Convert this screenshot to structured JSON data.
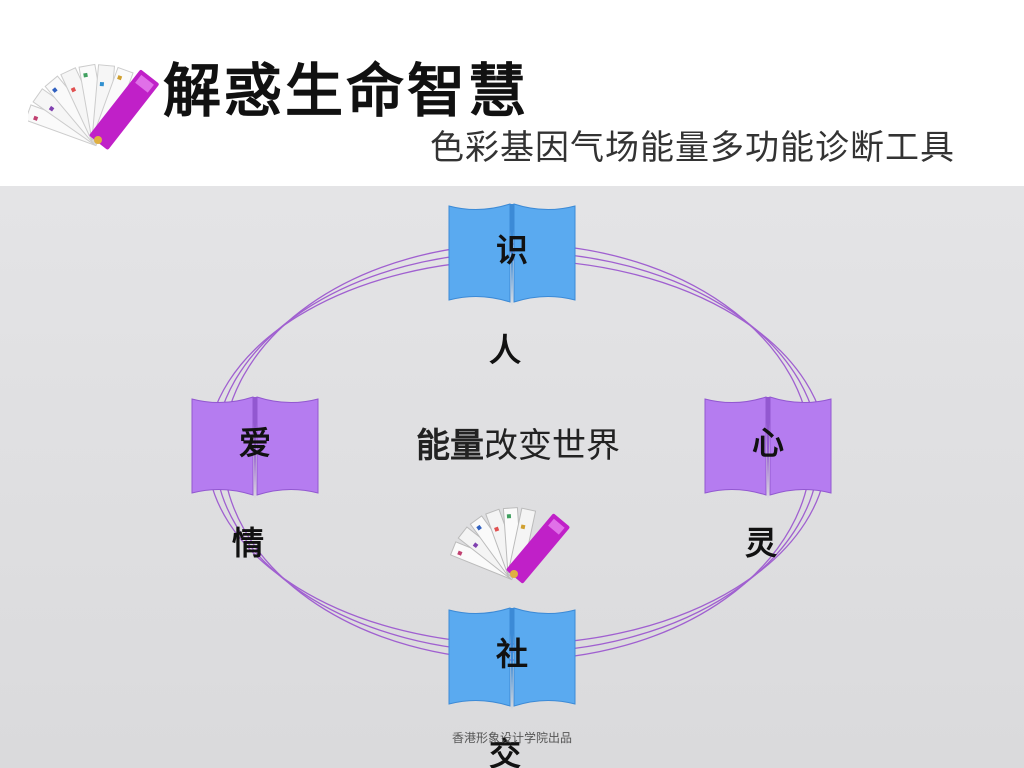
{
  "title": "解惑生命智慧",
  "subtitle": "色彩基因气场能量多功能诊断工具",
  "center_text": {
    "bold_part": "能量",
    "regular_part": "改变世界"
  },
  "books": [
    {
      "label": "识 人",
      "color": "blue"
    },
    {
      "label": "爱 情",
      "color": "purple"
    },
    {
      "label": "心 灵",
      "color": "purple"
    },
    {
      "label": "社 交",
      "color": "blue"
    }
  ],
  "footer": "香港形象设计学院出品",
  "colors": {
    "blue_book": "#5aaaf0",
    "purple_book": "#b57cf0",
    "ellipse_stroke": "#9b59c9",
    "panel_bg": "#e0e0e2"
  },
  "icons": [
    "color-swatch-fan-logo",
    "color-swatch-fan-center"
  ]
}
